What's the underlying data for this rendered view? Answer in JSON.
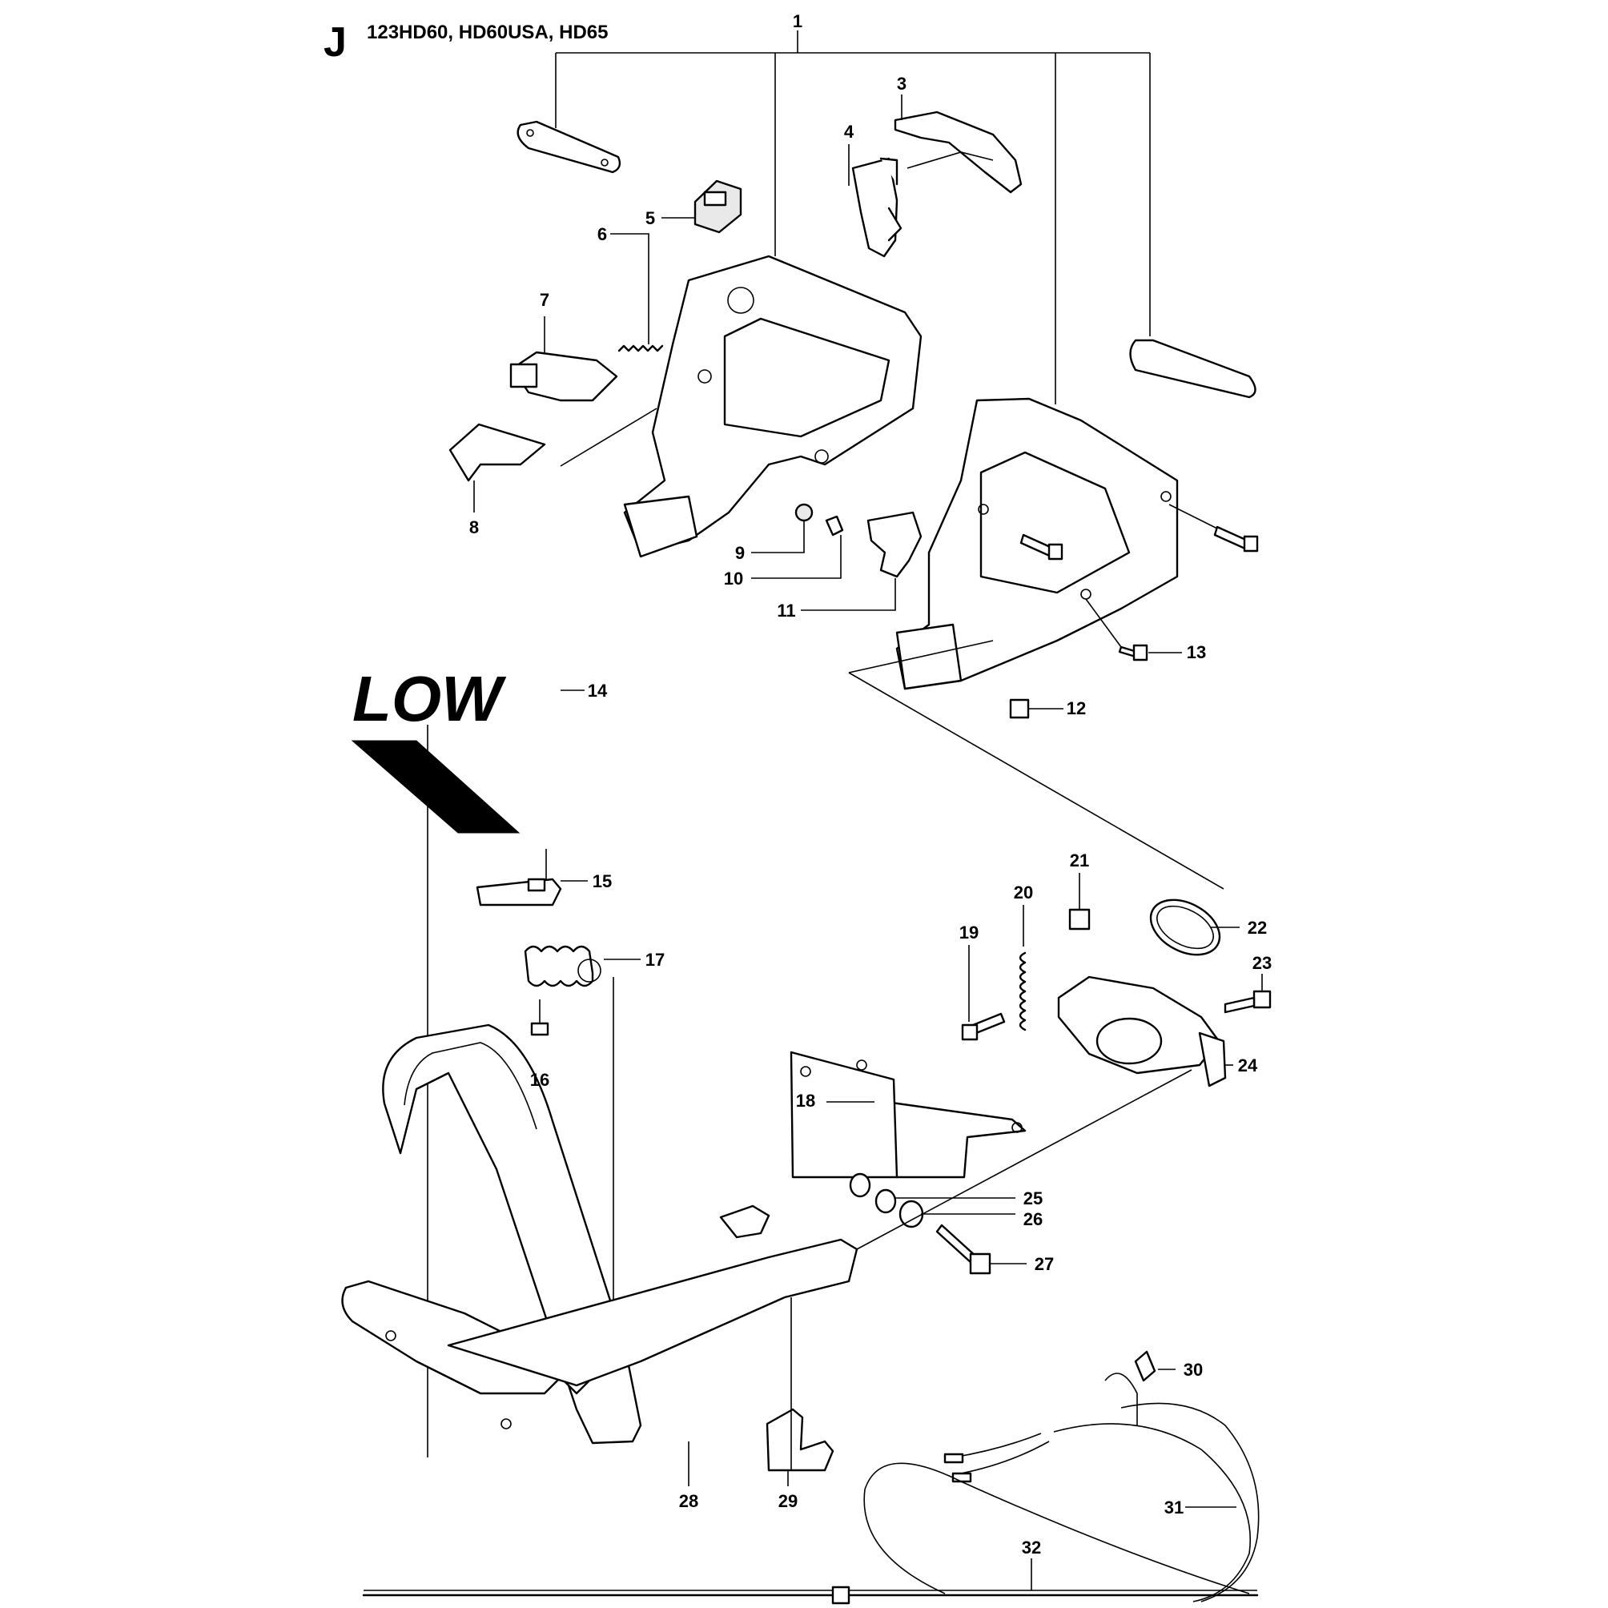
{
  "header": {
    "section_letter": "J",
    "models": "123HD60, HD60USA, HD65"
  },
  "decal_text": "LOW",
  "callouts": [
    "1",
    "3",
    "4",
    "5",
    "6",
    "7",
    "8",
    "9",
    "10",
    "11",
    "12",
    "13",
    "14",
    "15",
    "16",
    "17",
    "18",
    "19",
    "20",
    "21",
    "22",
    "23",
    "24",
    "25",
    "26",
    "27",
    "28",
    "29",
    "30",
    "31",
    "32"
  ]
}
